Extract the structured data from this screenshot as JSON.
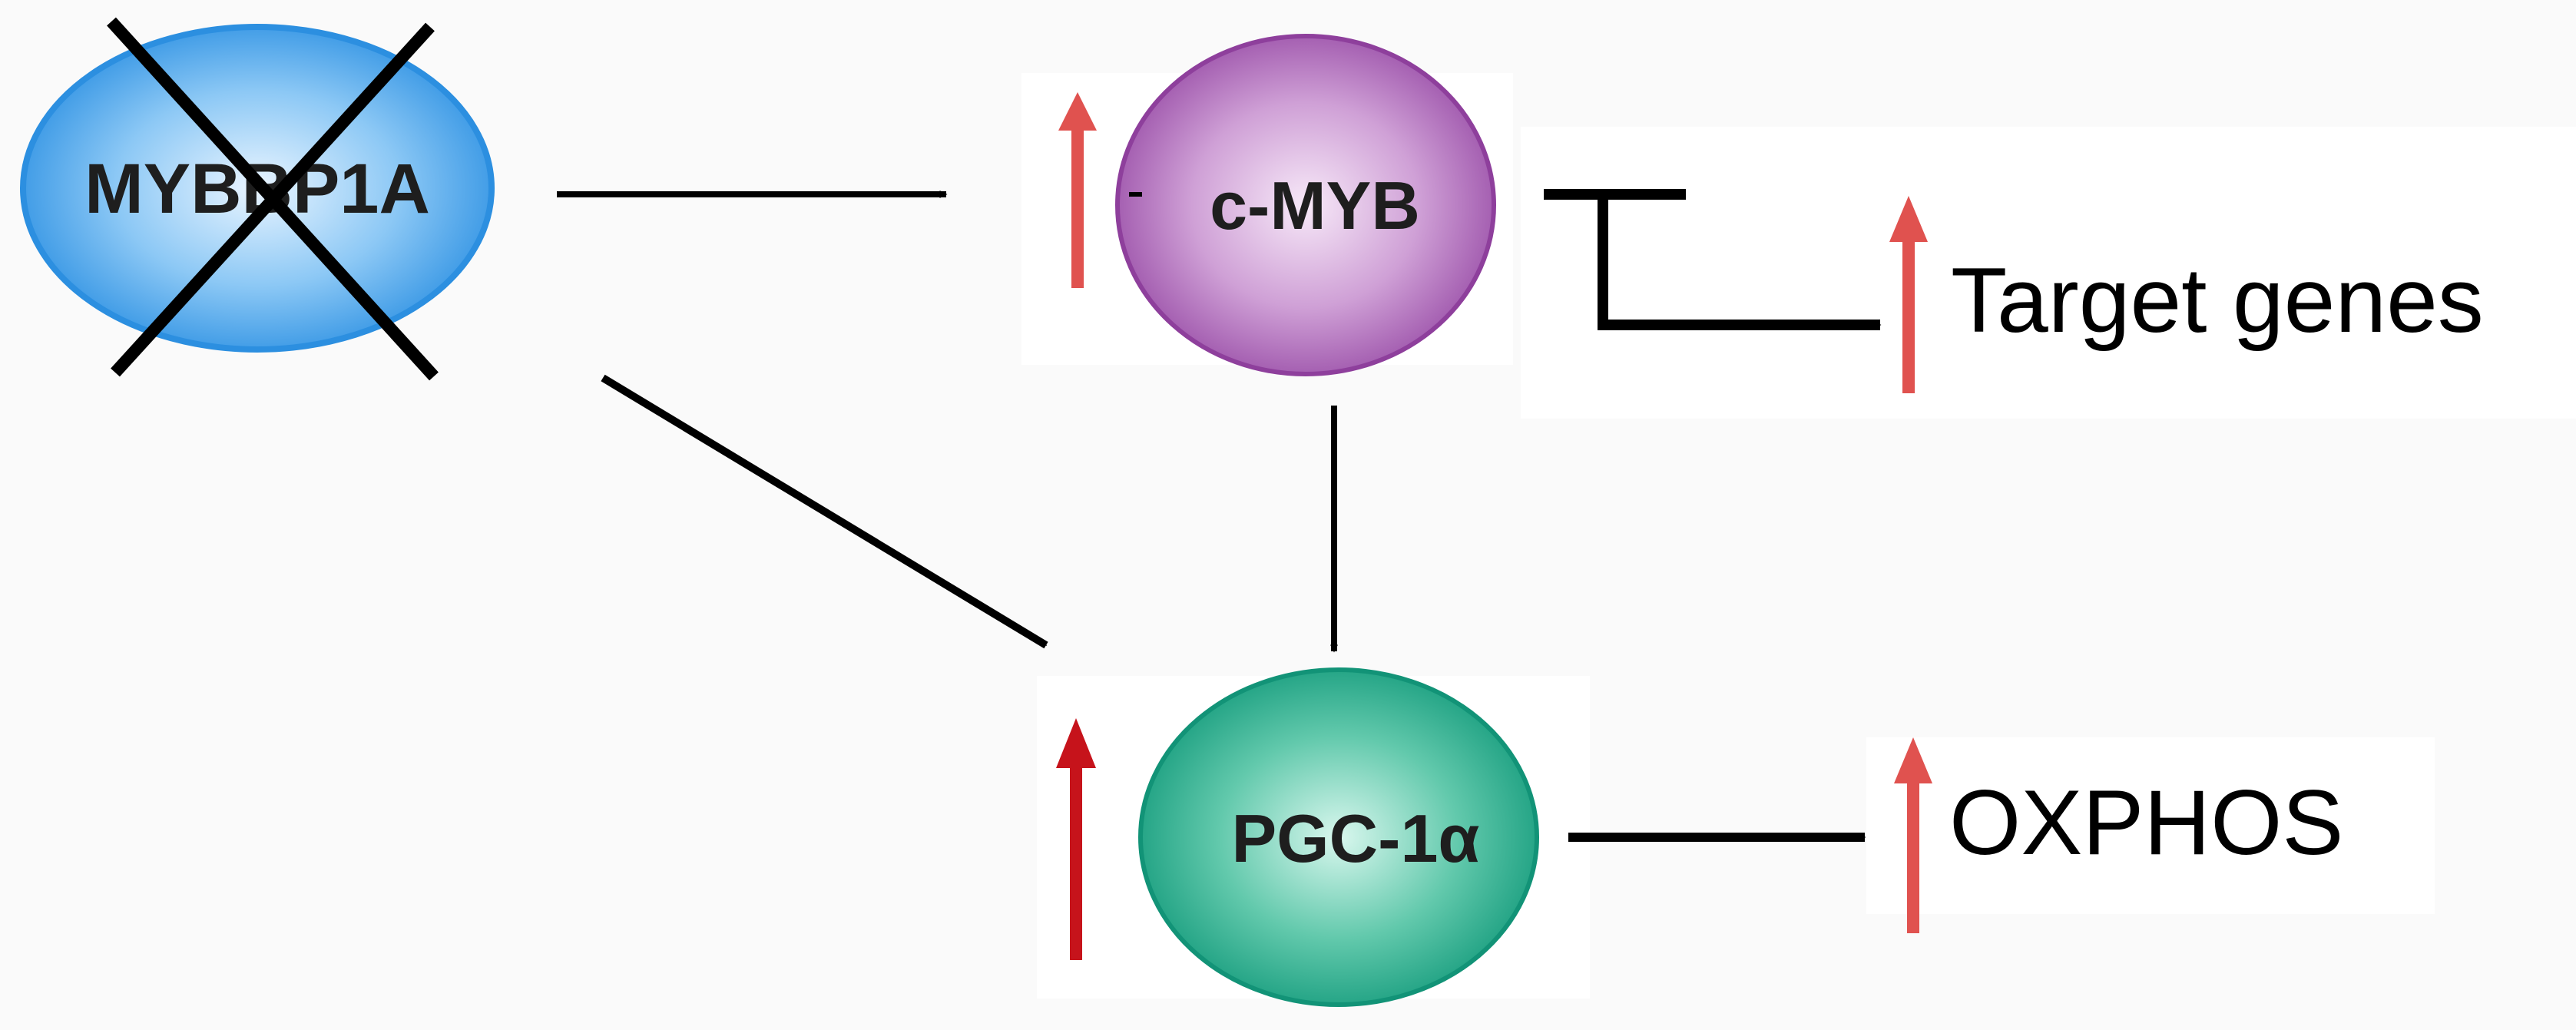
{
  "diagram": {
    "nodes": {
      "mybbp1a": {
        "label": "MYBBP1A",
        "knocked_out": true,
        "color": "#4aa3e8"
      },
      "cmyb": {
        "label": "c-MYB",
        "color": "#a45bb0"
      },
      "pgc1a": {
        "label": "PGC-1α",
        "color": "#21a98a"
      }
    },
    "outputs": {
      "target_genes": {
        "label": "Target genes"
      },
      "oxphos": {
        "label": "OXPHOS"
      }
    },
    "edges": [
      {
        "from": "MYBBP1A",
        "to": "c-MYB",
        "type": "activation"
      },
      {
        "from": "MYBBP1A",
        "to": "PGC-1α",
        "type": "activation"
      },
      {
        "from": "c-MYB",
        "to": "PGC-1α",
        "type": "activation"
      },
      {
        "from": "c-MYB",
        "to": "Target genes",
        "type": "activation"
      },
      {
        "from": "PGC-1α",
        "to": "OXPHOS",
        "type": "activation"
      }
    ],
    "indicators": [
      {
        "target": "c-MYB",
        "direction": "up",
        "color": "#e0524f"
      },
      {
        "target": "PGC-1α",
        "direction": "up",
        "color": "#c6131b"
      },
      {
        "target": "Target genes",
        "direction": "up",
        "color": "#e0524f"
      },
      {
        "target": "OXPHOS",
        "direction": "up",
        "color": "#e0524f"
      }
    ]
  }
}
